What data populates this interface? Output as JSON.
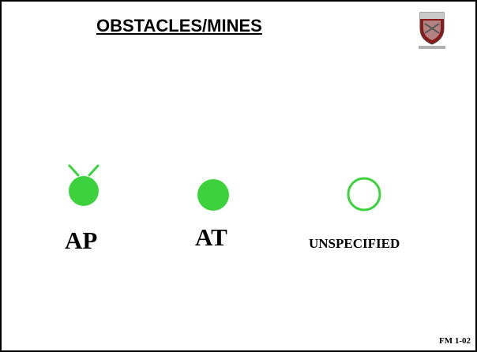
{
  "slide": {
    "title": "OBSTACLES/MINES",
    "footer": "FM 1-02"
  },
  "symbols": [
    {
      "label": "AP",
      "icon": "antipersonnel-mine-icon",
      "color": "#3dd23d"
    },
    {
      "label": "AT",
      "icon": "antitank-mine-icon",
      "color": "#3dd23d"
    },
    {
      "label": "UNSPECIFIED",
      "icon": "unspecified-mine-icon",
      "color": "#3dd23d"
    }
  ],
  "logo": {
    "icon": "unit-crest-icon"
  }
}
